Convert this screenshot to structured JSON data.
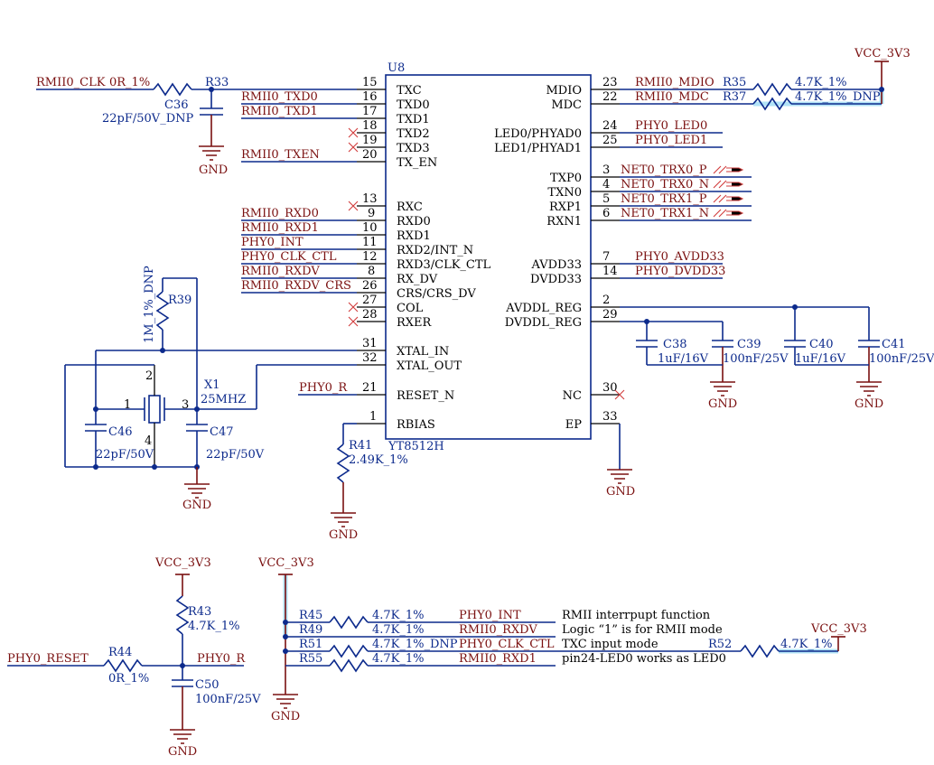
{
  "ic": {
    "ref": "U8",
    "part": "YT8512H",
    "left_pins": [
      {
        "num": "15",
        "name": "TXC",
        "net": "",
        "nc": false
      },
      {
        "num": "16",
        "name": "TXD0",
        "net": "RMII0_TXD0",
        "nc": false
      },
      {
        "num": "17",
        "name": "TXD1",
        "net": "RMII0_TXD1",
        "nc": false
      },
      {
        "num": "18",
        "name": "TXD2",
        "net": "",
        "nc": true
      },
      {
        "num": "19",
        "name": "TXD3",
        "net": "",
        "nc": true
      },
      {
        "num": "20",
        "name": "TX_EN",
        "net": "RMII0_TXEN",
        "nc": false
      },
      {
        "num": "13",
        "name": "RXC",
        "net": "",
        "nc": true
      },
      {
        "num": "9",
        "name": "RXD0",
        "net": "RMII0_RXD0",
        "nc": false
      },
      {
        "num": "10",
        "name": "RXD1",
        "net": "RMII0_RXD1",
        "nc": false
      },
      {
        "num": "11",
        "name": "RXD2/INT_N",
        "net": "PHY0_INT",
        "nc": false
      },
      {
        "num": "12",
        "name": "RXD3/CLK_CTL",
        "net": "PHY0_CLK_CTL",
        "nc": false
      },
      {
        "num": "8",
        "name": "RX_DV",
        "net": "RMII0_RXDV",
        "nc": false
      },
      {
        "num": "26",
        "name": "CRS/CRS_DV",
        "net": "RMII0_RXDV_CRS",
        "nc": false
      },
      {
        "num": "27",
        "name": "COL",
        "net": "",
        "nc": true
      },
      {
        "num": "28",
        "name": "RXER",
        "net": "",
        "nc": true
      },
      {
        "num": "31",
        "name": "XTAL_IN",
        "net": "",
        "nc": false
      },
      {
        "num": "32",
        "name": "XTAL_OUT",
        "net": "",
        "nc": false
      },
      {
        "num": "21",
        "name": "RESET_N",
        "net": "PHY0_R",
        "nc": false
      },
      {
        "num": "1",
        "name": "RBIAS",
        "net": "",
        "nc": false
      }
    ],
    "right_pins": [
      {
        "num": "23",
        "name": "MDIO",
        "net": "RMII0_MDIO"
      },
      {
        "num": "22",
        "name": "MDC",
        "net": "RMII0_MDC"
      },
      {
        "num": "24",
        "name": "LED0/PHYAD0",
        "net": "PHY0_LED0"
      },
      {
        "num": "25",
        "name": "LED1/PHYAD1",
        "net": "PHY0_LED1"
      },
      {
        "num": "3",
        "name": "TXP0",
        "net": "NET0_TRX0_P"
      },
      {
        "num": "4",
        "name": "TXN0",
        "net": "NET0_TRX0_N"
      },
      {
        "num": "5",
        "name": "RXP1",
        "net": "NET0_TRX1_P"
      },
      {
        "num": "6",
        "name": "RXN1",
        "net": "NET0_TRX1_N"
      },
      {
        "num": "7",
        "name": "AVDD33",
        "net": "PHY0_AVDD33"
      },
      {
        "num": "14",
        "name": "DVDD33",
        "net": "PHY0_DVDD33"
      },
      {
        "num": "2",
        "name": "AVDDL_REG",
        "net": ""
      },
      {
        "num": "29",
        "name": "DVDDL_REG",
        "net": ""
      },
      {
        "num": "30",
        "name": "NC",
        "net": ""
      },
      {
        "num": "33",
        "name": "EP",
        "net": ""
      }
    ]
  },
  "clk": {
    "net": "RMII0_CLK",
    "r_ref": "R33",
    "r_val": "0R_1%",
    "c_ref": "C36",
    "c_val": "22pF/50V_DNP"
  },
  "mdio": {
    "r35_ref": "R35",
    "r35_val": "4.7K_1%",
    "r37_ref": "R37",
    "r37_val": "4.7K_1%_DNP",
    "vcc": "VCC_3V3"
  },
  "crystal": {
    "ref": "X1",
    "val": "25MHZ",
    "pin1": "1",
    "pin2": "2",
    "pin3": "3",
    "pin4": "4",
    "c46_ref": "C46",
    "c46_val": "22pF/50V",
    "c47_ref": "C47",
    "c47_val": "22pF/50V",
    "r39_ref": "R39",
    "r39_val": "1M_1%_DNP"
  },
  "rbias": {
    "r_ref": "R41",
    "r_val": "2.49K_1%"
  },
  "decoupling": [
    {
      "ref": "C38",
      "val": "1uF/16V"
    },
    {
      "ref": "C39",
      "val": "100nF/25V"
    },
    {
      "ref": "C40",
      "val": "1uF/16V"
    },
    {
      "ref": "C41",
      "val": "100nF/25V"
    }
  ],
  "reset": {
    "net_in": "PHY0_RESET",
    "r44_ref": "R44",
    "r44_val": "0R_1%",
    "net_out": "PHY0_R",
    "r43_ref": "R43",
    "r43_val": "4.7K_1%",
    "c50_ref": "C50",
    "c50_val": "100nF/25V",
    "vcc": "VCC_3V3"
  },
  "straps": [
    {
      "ref": "R45",
      "val": "4.7K_1%",
      "net": "PHY0_INT",
      "note": "RMII interrpupt function"
    },
    {
      "ref": "R49",
      "val": "4.7K_1%",
      "net": "RMII0_RXDV",
      "note": "Logic “1” is for RMII mode"
    },
    {
      "ref": "R51",
      "val": "4.7K_1%_DNP",
      "net": "PHY0_CLK_CTL",
      "note": "TXC  input mode"
    },
    {
      "ref": "R55",
      "val": "4.7K_1%",
      "net": "RMII0_RXD1",
      "note": "pin24-LED0 works as LED0"
    }
  ],
  "strap_vcc": "VCC_3V3",
  "r52": {
    "ref": "R52",
    "val": "4.7K_1%",
    "vcc": "VCC_3V3"
  },
  "gnd_label": "GND"
}
